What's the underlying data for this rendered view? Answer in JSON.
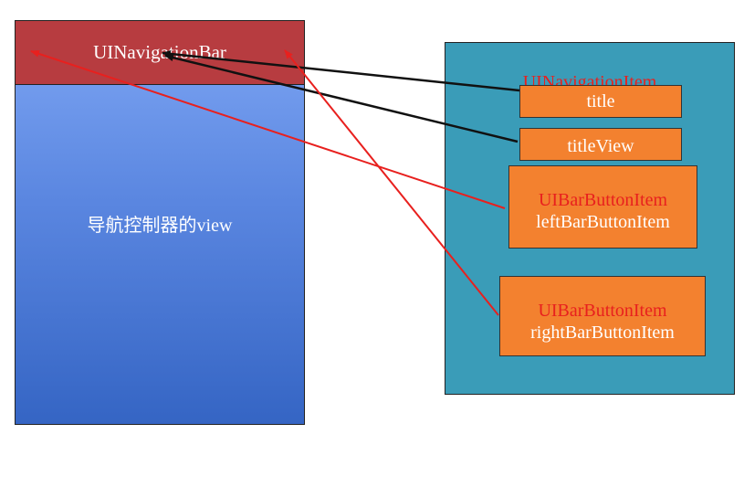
{
  "navigation_controller": {
    "navigation_bar_label": "UINavigationBar",
    "view_label": "导航控制器的view"
  },
  "navigation_item": {
    "label": "UINavigationItem",
    "title": "title",
    "title_view": "titleView",
    "left_bar_button": {
      "class_name": "UIBarButtonItem",
      "property": "leftBarButtonItem"
    },
    "right_bar_button": {
      "class_name": "UIBarButtonItem",
      "property": "rightBarButtonItem"
    }
  },
  "colors": {
    "navigation_bar": "#b73c40",
    "controller_view_top": "#7ea6f4",
    "controller_view_bottom": "#3565c4",
    "navigation_item_panel": "#3a9cb8",
    "property_box": "#f3812f",
    "black_arrow": "#111111",
    "red_arrow": "#e8201e"
  }
}
